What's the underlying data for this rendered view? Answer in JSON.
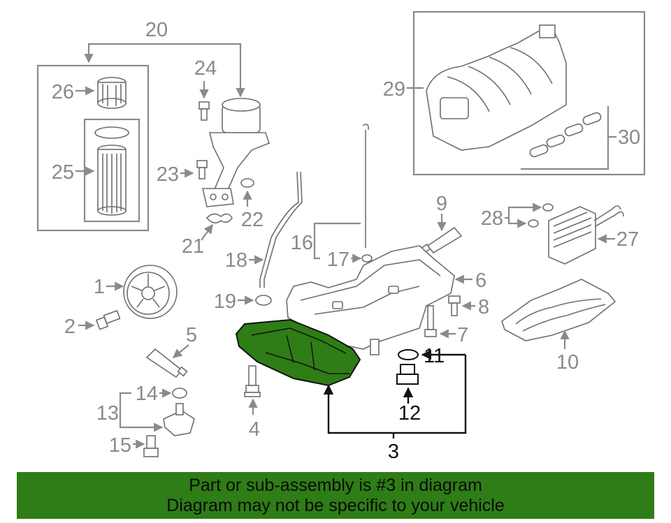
{
  "labels": [
    "1",
    "2",
    "3",
    "4",
    "5",
    "6",
    "7",
    "8",
    "9",
    "10",
    "11",
    "12",
    "13",
    "14",
    "15",
    "16",
    "17",
    "18",
    "19",
    "20",
    "21",
    "22",
    "23",
    "24",
    "25",
    "26",
    "27",
    "28",
    "29",
    "30"
  ],
  "highlight_part": "3",
  "highlight_color": "#2e7d16",
  "banner": {
    "line1": "Part or sub-assembly is #3 in diagram",
    "line2": "Diagram may not be specific to your vehicle"
  }
}
